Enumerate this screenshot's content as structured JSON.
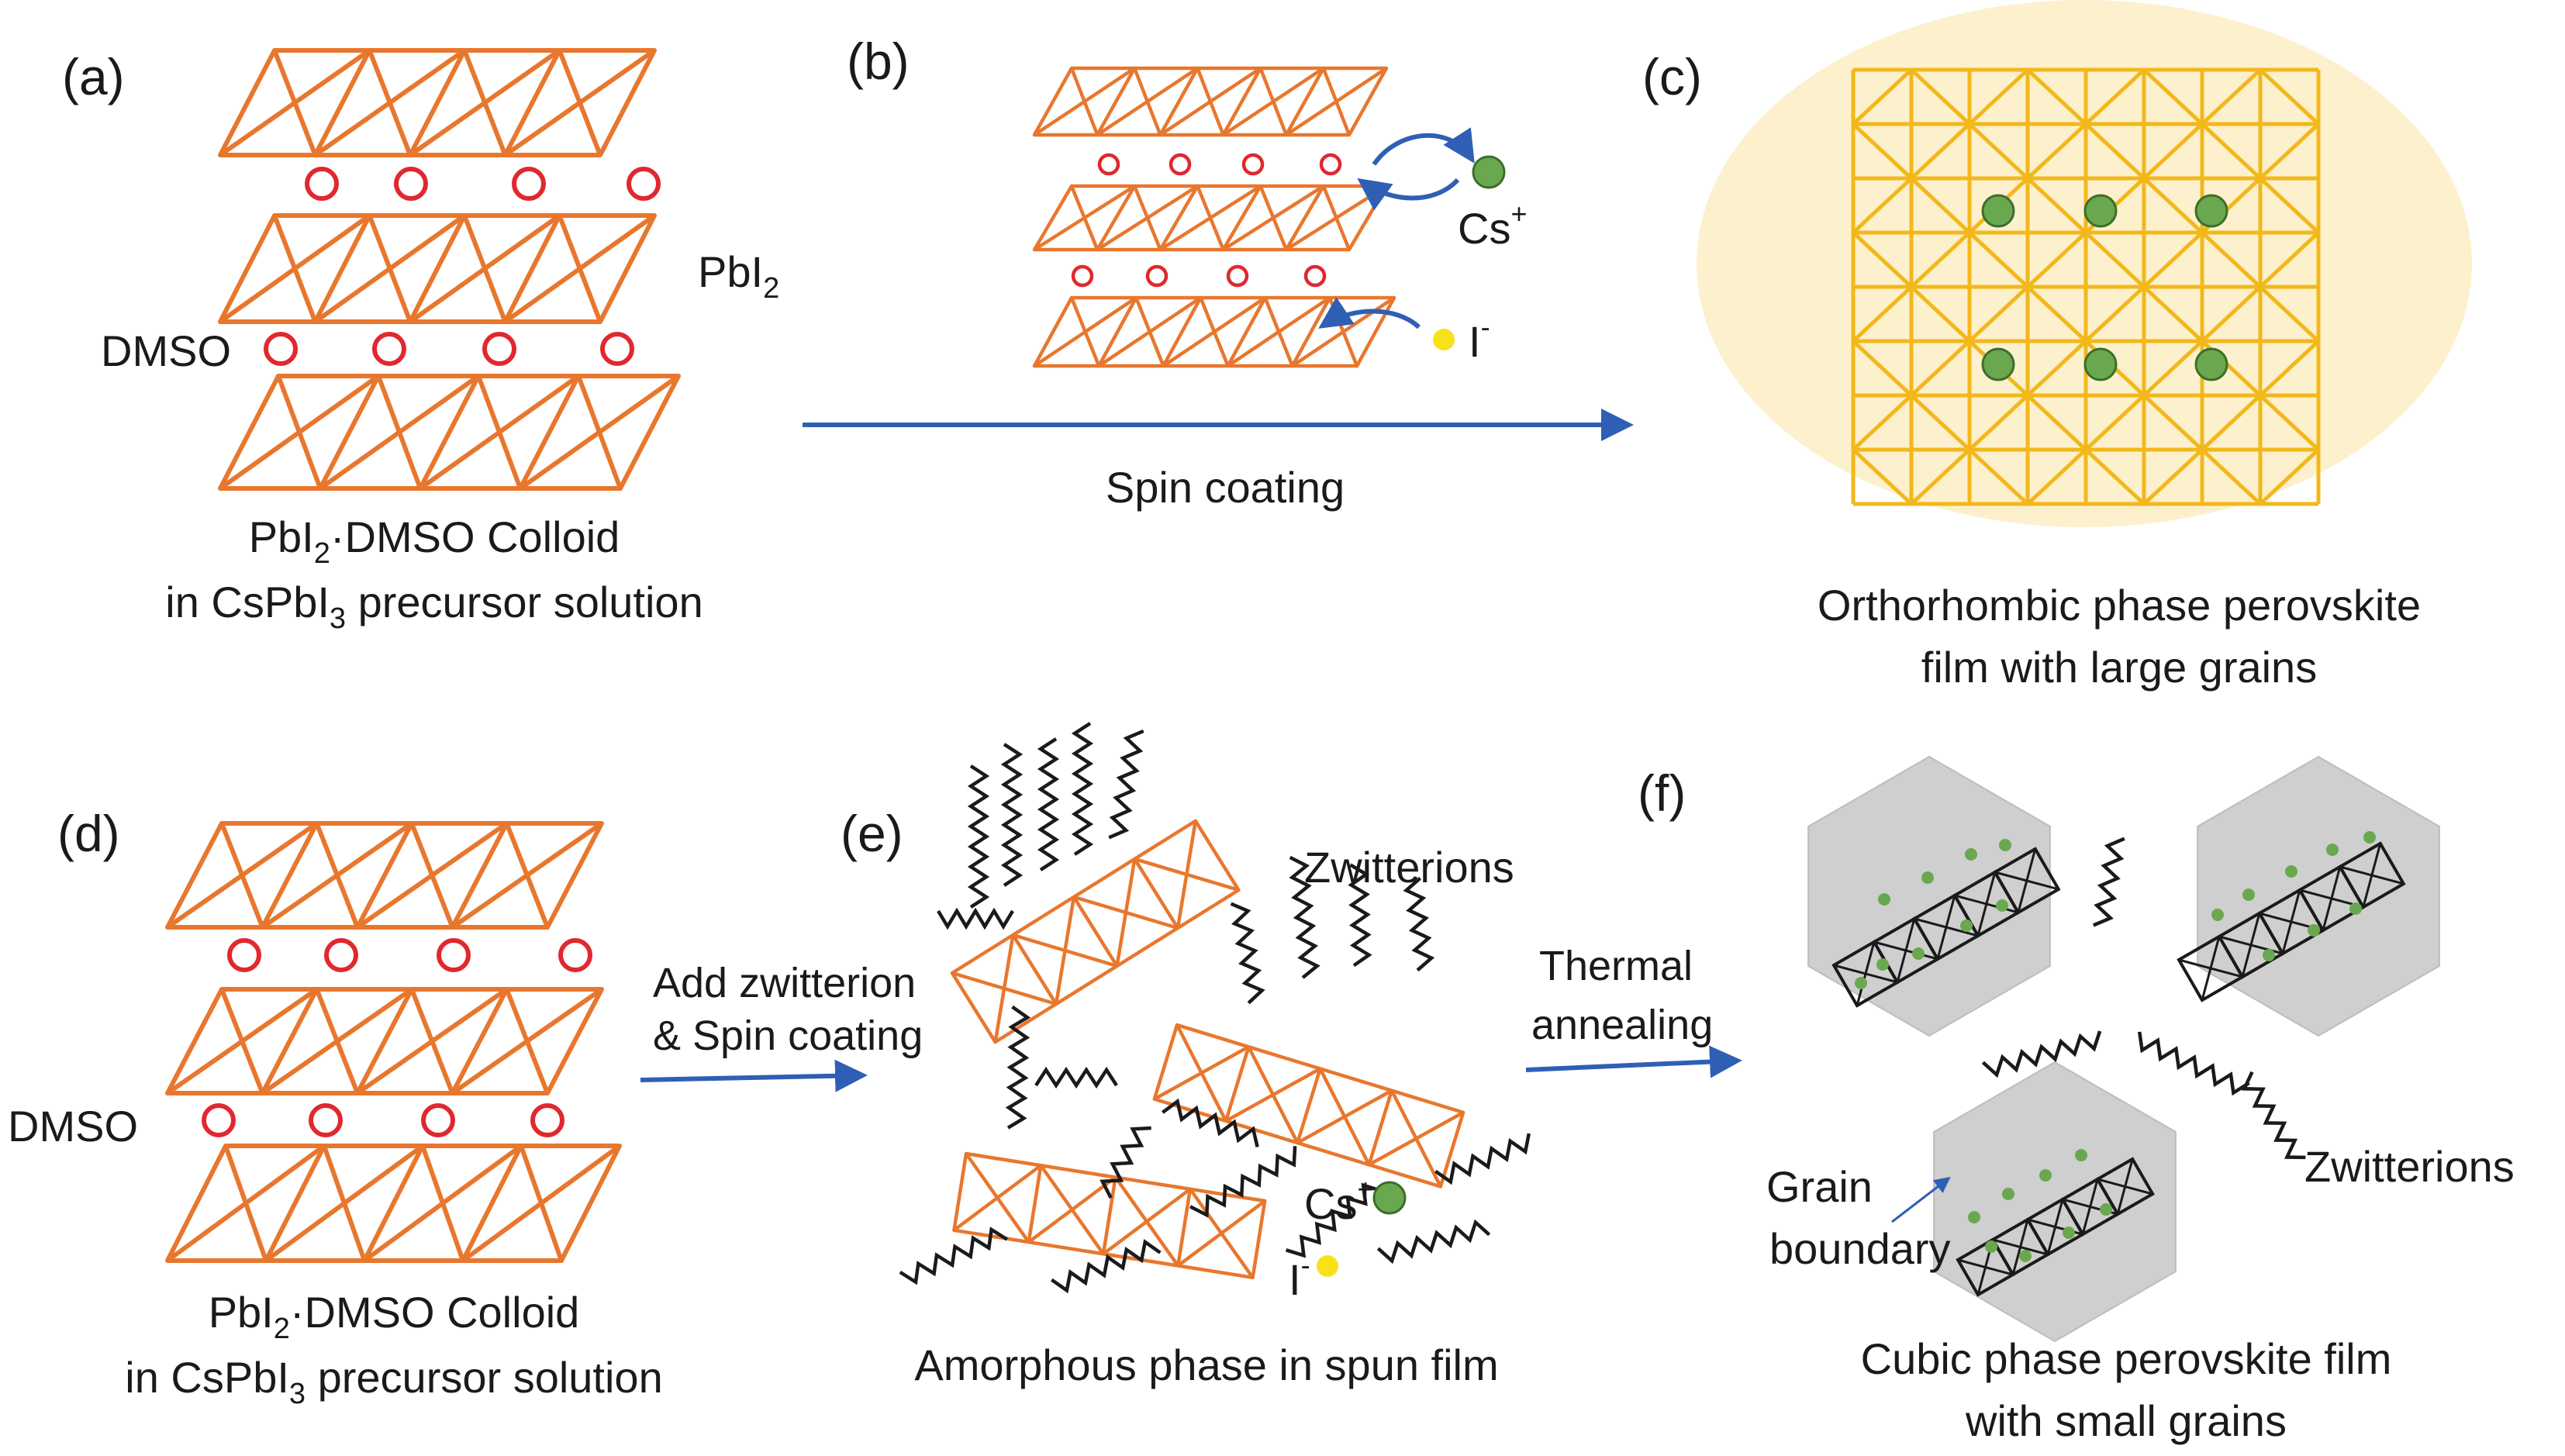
{
  "panels": {
    "a": {
      "label": "(a)",
      "layer_label": "PbI",
      "layer_label_sub": "2",
      "molecule_label": "DMSO",
      "caption_line1_pre": "PbI",
      "caption_line1_sub": "2",
      "caption_line1_post": "·DMSO Colloid",
      "caption_line2_pre": "in CsPbI",
      "caption_line2_sub": "3",
      "caption_line2_post": " precursor solution"
    },
    "b": {
      "label": "(b)",
      "cation": "Cs",
      "cation_sup": "+",
      "anion": "I",
      "anion_sup": "-",
      "process": "Spin coating"
    },
    "c": {
      "label": "(c)",
      "caption_line1": "Orthorhombic phase perovskite",
      "caption_line2": "film with large grains"
    },
    "d": {
      "label": "(d)",
      "molecule_label": "DMSO",
      "caption_line1_pre": "PbI",
      "caption_line1_sub": "2",
      "caption_line1_post": "·DMSO Colloid",
      "caption_line2_pre": "in CsPbI",
      "caption_line2_sub": "3",
      "caption_line2_post": " precursor solution",
      "process_line1": "Add zwitterion",
      "process_line2": "& Spin coating"
    },
    "e": {
      "label": "(e)",
      "zwitterion_label": "Zwitterions",
      "cation": "Cs",
      "cation_sup": "+",
      "anion": "I",
      "anion_sup": "-",
      "caption": "Amorphous phase in spun film",
      "process_line1": "Thermal",
      "process_line2": "annealing"
    },
    "f": {
      "label": "(f)",
      "zwitterion_label": "Zwitterions",
      "boundary_line1": "Grain",
      "boundary_line2": "boundary",
      "caption_line1": "Cubic phase perovskite film",
      "caption_line2": "with small grains"
    }
  },
  "colors": {
    "lattice": "#e8772e",
    "dmso": "#e0282e",
    "octahedra": "#f2b81b",
    "grain_bg": "#fdf0cd",
    "cesium": "#6aa84f",
    "iodide": "#f7e21a",
    "arrow": "#2f5fb5",
    "grain": "#cfcfcf",
    "chain": "#1a1a1a"
  }
}
